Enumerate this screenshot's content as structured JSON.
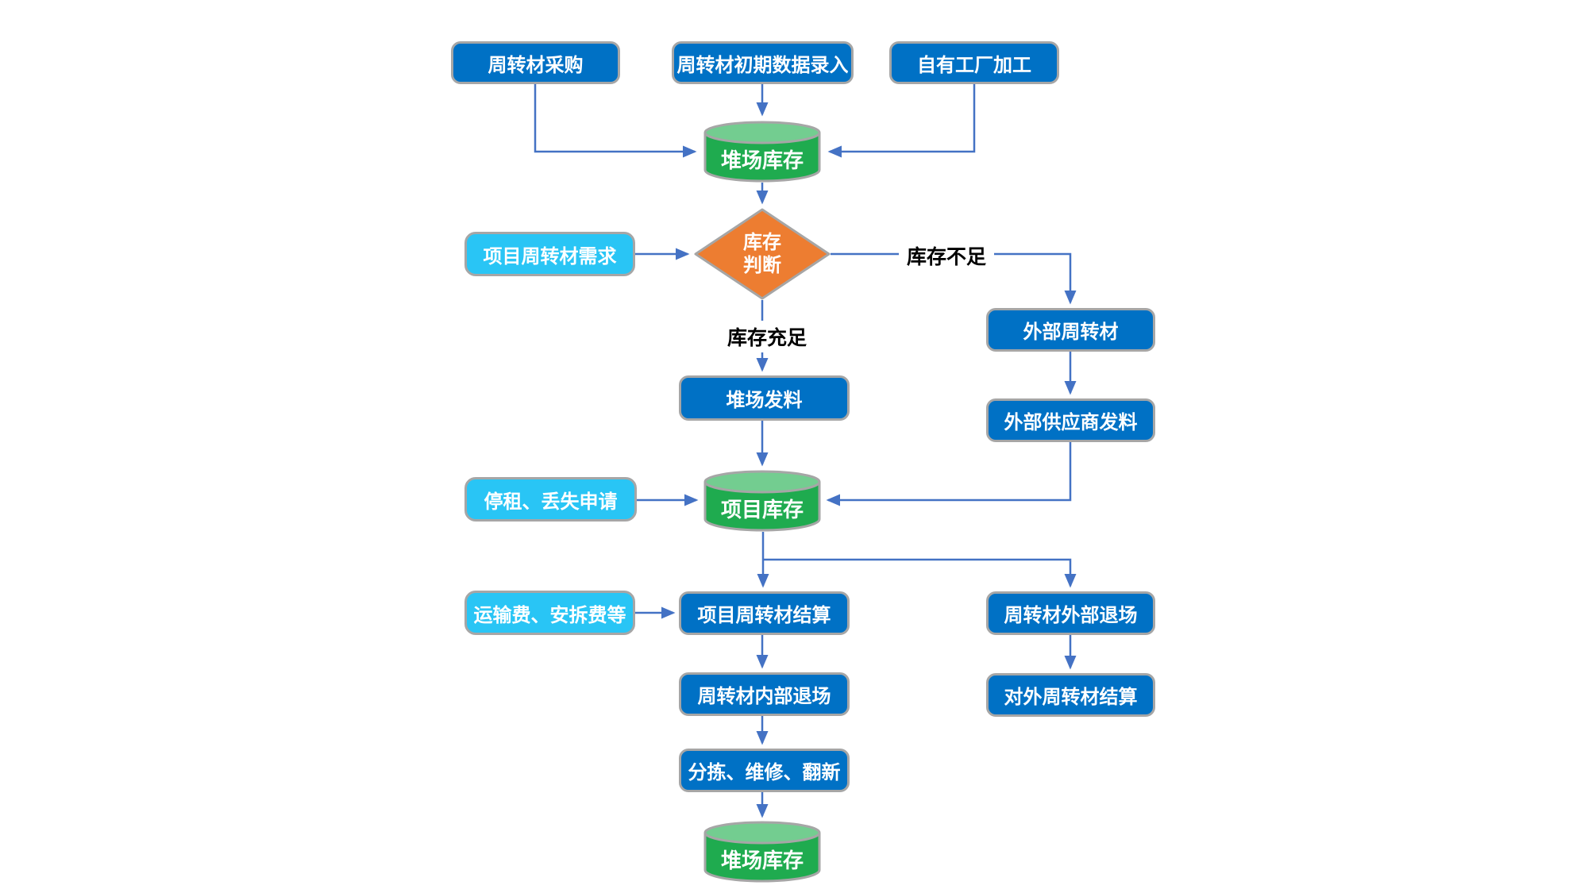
{
  "diagram": {
    "type": "flowchart",
    "topic": "周转材 (turnover material) inventory management flow"
  },
  "palette": {
    "process_fill": "#0071C5",
    "input_fill": "#29C5F5",
    "decision_fill": "#ED7D31",
    "storage_fill": "#1FAB4F",
    "storage_top_fill": "#73CD90",
    "shape_border": "#A6A6A6",
    "arrow": "#4472C4",
    "node_text": "#ffffff",
    "edge_label_text": "#000000"
  },
  "nodes": {
    "purchase": {
      "label": "周转材采购"
    },
    "initial_data": {
      "label": "周转材初期数据录入"
    },
    "factory": {
      "label": "自有工厂加工"
    },
    "yard_storage_top": {
      "label": "堆场库存"
    },
    "decision": {
      "label": "库存判断",
      "line1": "库存",
      "line2": "判断"
    },
    "project_demand": {
      "label": "项目周转材需求"
    },
    "external_material": {
      "label": "外部周转材"
    },
    "yard_issue": {
      "label": "堆场发料"
    },
    "external_supplier_issue": {
      "label": "外部供应商发料"
    },
    "stop_rent": {
      "label": "停租、丢失申请"
    },
    "project_storage": {
      "label": "项目库存"
    },
    "transport_fee": {
      "label": "运输费、安拆费等"
    },
    "project_settlement": {
      "label": "项目周转材结算"
    },
    "external_exit": {
      "label": "周转材外部退场"
    },
    "internal_exit": {
      "label": "周转材内部退场"
    },
    "external_settlement": {
      "label": "对外周转材结算"
    },
    "sorting": {
      "label": "分拣、维修、翻新"
    },
    "yard_storage_bottom": {
      "label": "堆场库存"
    }
  },
  "edge_labels": {
    "insufficient": "库存不足",
    "sufficient": "库存充足"
  }
}
